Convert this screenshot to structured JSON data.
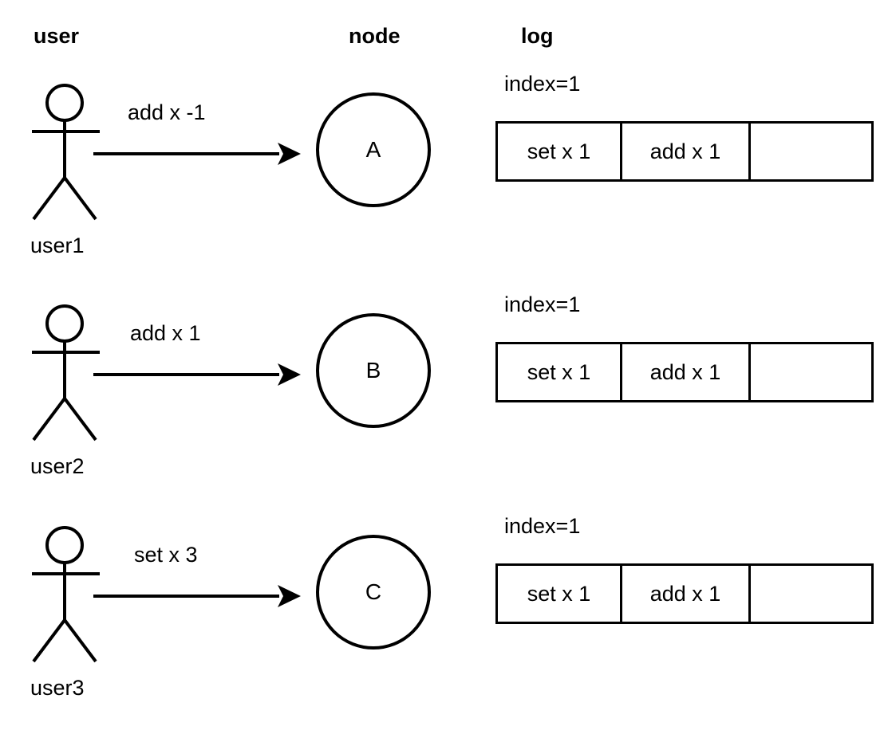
{
  "diagram": {
    "title": "user / node / log replication diagram",
    "stroke_color": "#000000",
    "background_color": "#ffffff"
  },
  "headers": {
    "user": "user",
    "node": "node",
    "log": "log"
  },
  "rows": [
    {
      "actor_label": "user1",
      "message": "add x -1",
      "node_letter": "A",
      "log": {
        "index_label": "index=1",
        "entries": [
          "set x 1",
          "add x 1",
          ""
        ]
      }
    },
    {
      "actor_label": "user2",
      "message": "add x 1",
      "node_letter": "B",
      "log": {
        "index_label": "index=1",
        "entries": [
          "set x 1",
          "add x 1",
          ""
        ]
      }
    },
    {
      "actor_label": "user3",
      "message": "set x 3",
      "node_letter": "C",
      "log": {
        "index_label": "index=1",
        "entries": [
          "set x 1",
          "add x 1",
          ""
        ]
      }
    }
  ]
}
